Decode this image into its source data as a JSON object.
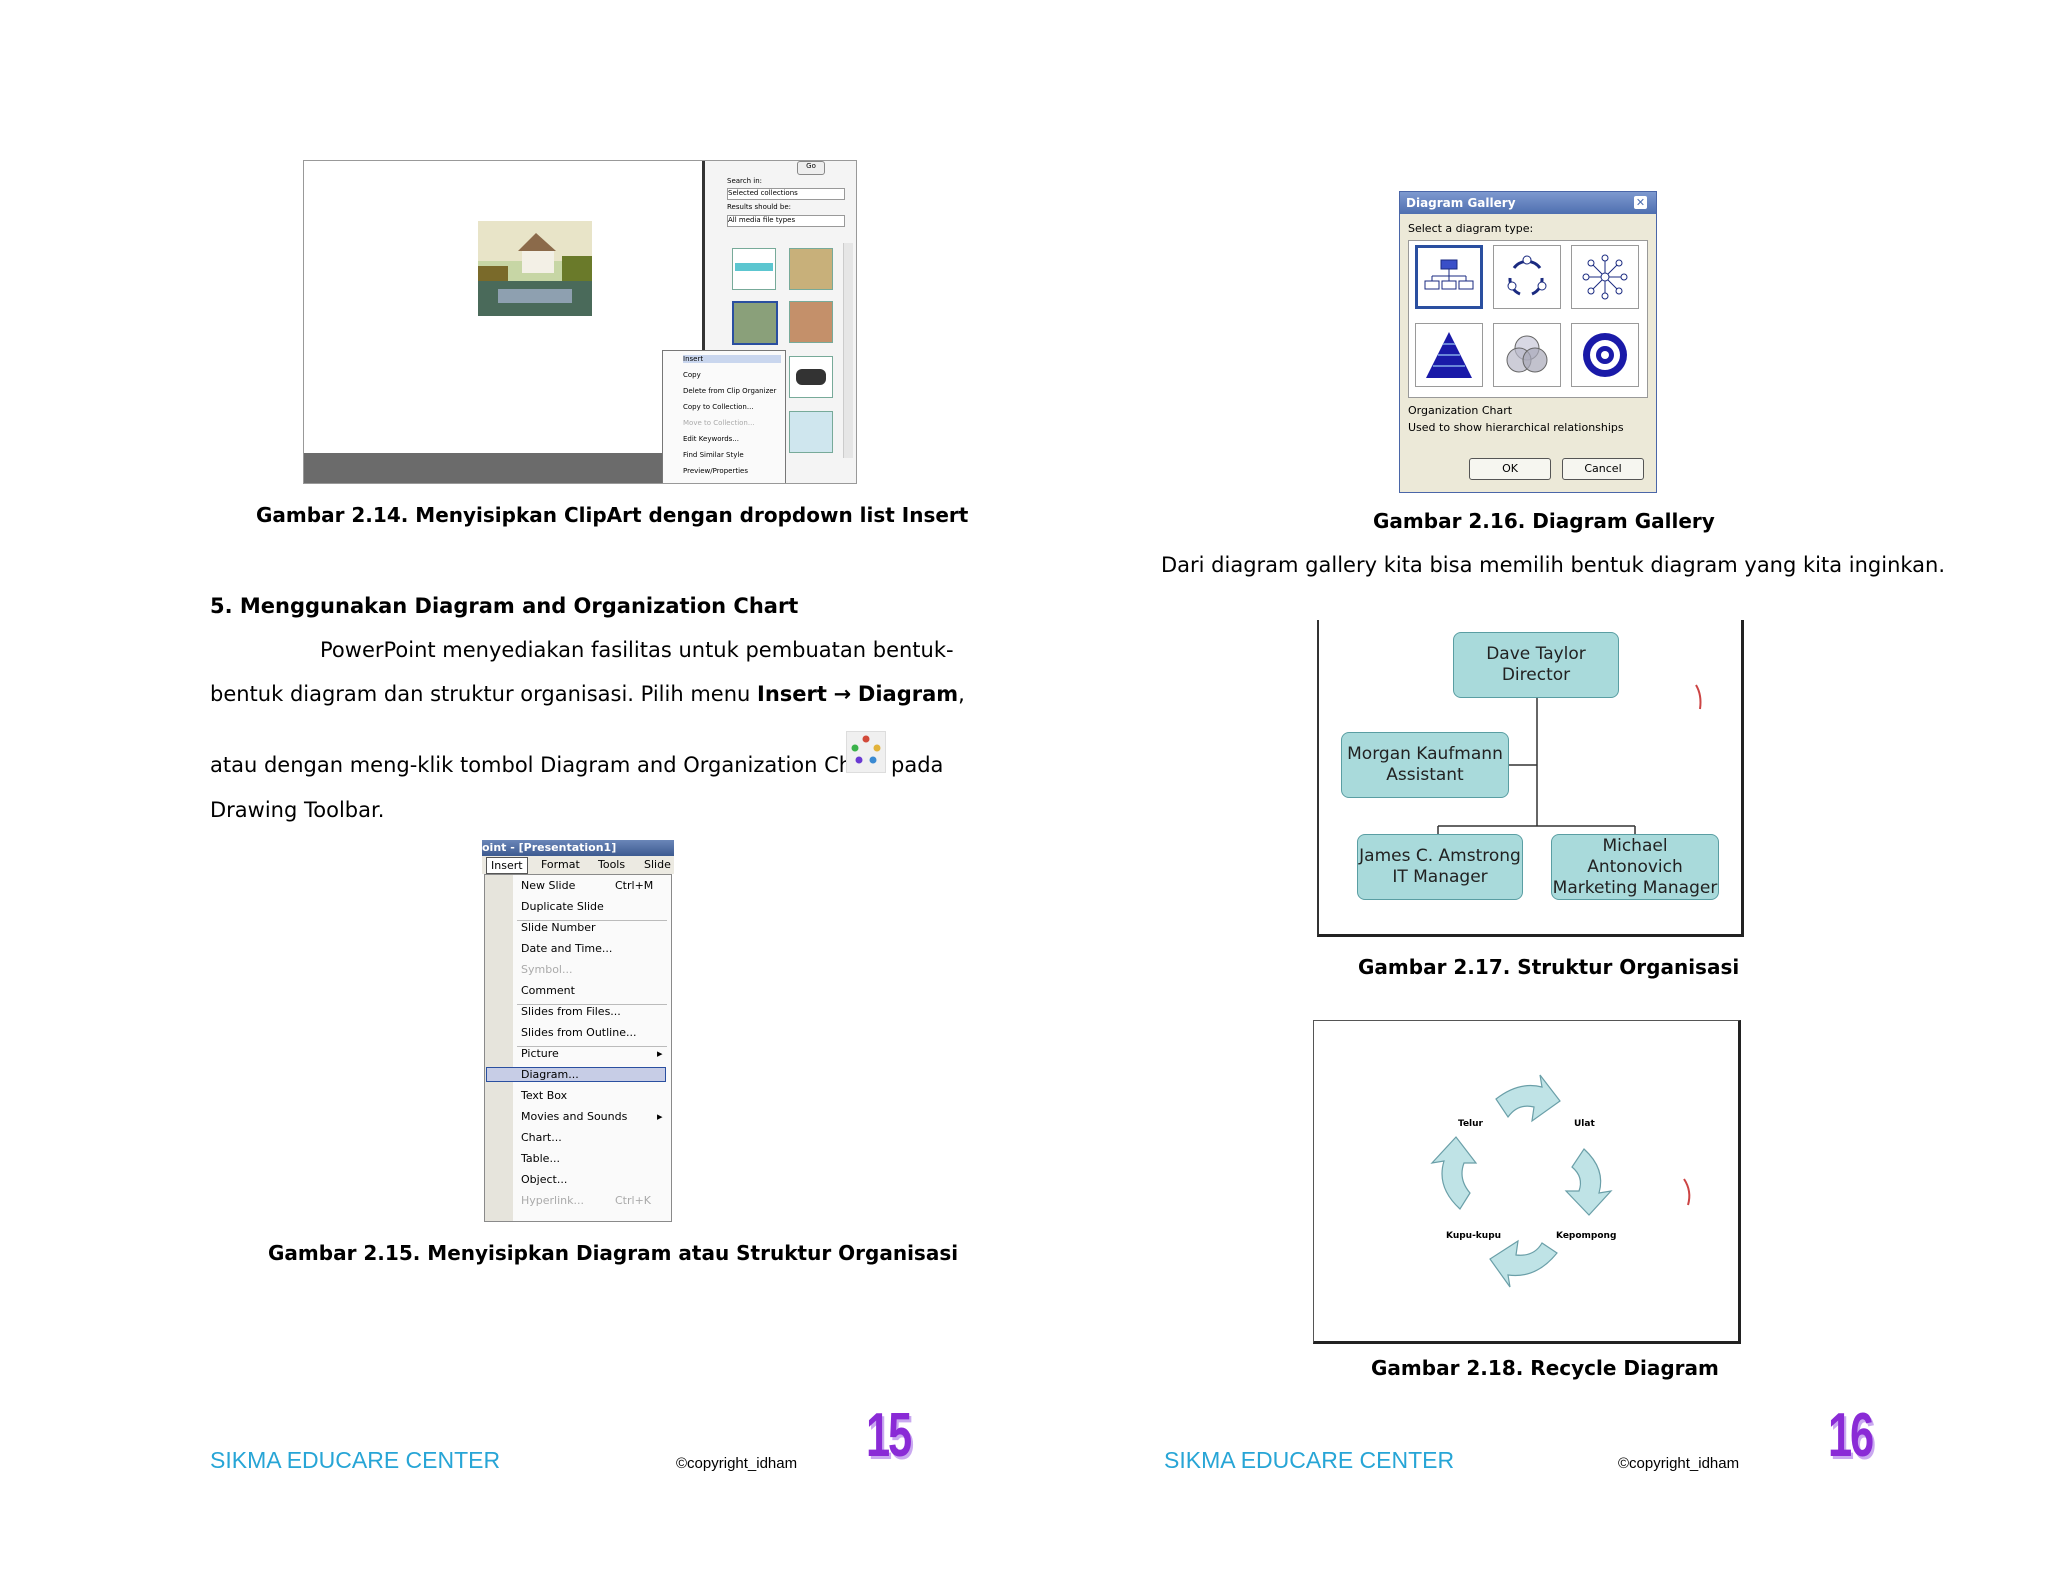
{
  "left_page": {
    "fig214": {
      "panel": {
        "search_in_label": "Search in:",
        "search_in_value": "Selected collections",
        "results_label": "Results should be:",
        "results_value": "All media file types",
        "go_label": "Go"
      },
      "context_menu": [
        "Insert",
        "Copy",
        "Delete from Clip Organizer",
        "Copy to Collection...",
        "Move to Collection...",
        "Edit Keywords...",
        "Find Similar Style",
        "Preview/Properties"
      ],
      "caption": "Gambar 2.14. Menyisipkan ClipArt dengan dropdown list Insert"
    },
    "section_heading": "5. Menggunakan Diagram and Organization Chart",
    "paragraph": {
      "line1": "PowerPoint menyediakan fasilitas untuk pembuatan bentuk-",
      "line2_pre": "bentuk diagram dan struktur organisasi.  Pilih menu ",
      "line2_b1": "Insert",
      "line2_arrow": "→",
      "line2_b2": "Diagram",
      "line2_post": ",",
      "line3_pre": "atau dengan meng-klik tombol Diagram and Organization Chart",
      "line3_post": "pada",
      "line4": "Drawing Toolbar."
    },
    "fig215": {
      "title_bar": "oint - [Presentation1]",
      "menubar": [
        "Insert",
        "Format",
        "Tools",
        "Slide"
      ],
      "items": [
        {
          "label": "New Slide",
          "shortcut": "Ctrl+M",
          "disabled": false
        },
        {
          "label": "Duplicate Slide",
          "shortcut": "",
          "disabled": false
        },
        {
          "label": "Slide Number",
          "shortcut": "",
          "disabled": false
        },
        {
          "label": "Date and Time...",
          "shortcut": "",
          "disabled": false
        },
        {
          "label": "Symbol...",
          "shortcut": "",
          "disabled": true
        },
        {
          "label": "Comment",
          "shortcut": "",
          "disabled": false
        },
        {
          "label": "Slides from Files...",
          "shortcut": "",
          "disabled": false
        },
        {
          "label": "Slides from Outline...",
          "shortcut": "",
          "disabled": false
        },
        {
          "label": "Picture",
          "shortcut": "",
          "disabled": false
        },
        {
          "label": "Diagram...",
          "shortcut": "",
          "disabled": false
        },
        {
          "label": "Text Box",
          "shortcut": "",
          "disabled": false
        },
        {
          "label": "Movies and Sounds",
          "shortcut": "",
          "disabled": false
        },
        {
          "label": "Chart...",
          "shortcut": "",
          "disabled": false
        },
        {
          "label": "Table...",
          "shortcut": "",
          "disabled": false
        },
        {
          "label": "Object...",
          "shortcut": "",
          "disabled": false
        },
        {
          "label": "Hyperlink...",
          "shortcut": "Ctrl+K",
          "disabled": true
        }
      ],
      "caption": "Gambar 2.15. Menyisipkan Diagram atau Struktur Organisasi"
    },
    "footer": {
      "name": "SIKMA EDUCARE CENTER",
      "copyright": "©copyright_idham",
      "page": "15"
    }
  },
  "right_page": {
    "fig216": {
      "title": "Diagram Gallery",
      "prompt": "Select a diagram type:",
      "desc_title": "Organization Chart",
      "desc_text": "Used to show hierarchical relationships",
      "ok": "OK",
      "cancel": "Cancel",
      "caption": "Gambar 2.16. Diagram Gallery"
    },
    "gallery_text": "Dari diagram gallery kita bisa memilih bentuk diagram yang kita inginkan.",
    "fig217": {
      "director_name": "Dave Taylor",
      "director_title": "Director",
      "assistant_name": "Morgan Kaufmann",
      "assistant_title": "Assistant",
      "it_name": "James C. Amstrong",
      "it_title": "IT Manager",
      "mkt_name": "Michael Antonovich",
      "mkt_title": "Marketing Manager",
      "caption": "Gambar 2.17. Struktur Organisasi"
    },
    "fig218": {
      "labels": {
        "telur": "Telur",
        "ulat": "Ulat",
        "kepompong": "Kepompong",
        "kupu": "Kupu-kupu"
      },
      "caption": "Gambar 2.18. Recycle Diagram"
    },
    "footer": {
      "name": "SIKMA EDUCARE CENTER",
      "copyright": "©copyright_idham",
      "page": "16"
    }
  }
}
